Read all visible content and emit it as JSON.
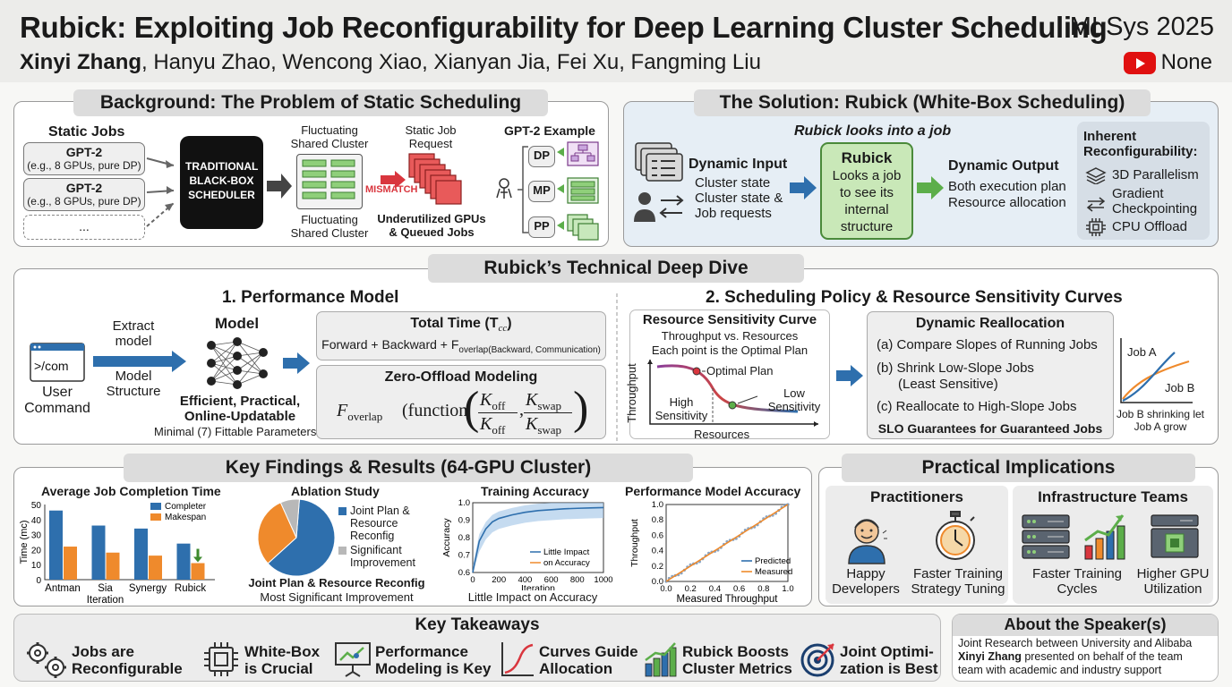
{
  "header": {
    "title": "Rubick: Exploiting Job Reconfigurability for Deep Learning Cluster Scheduling",
    "conference": "MLSys 2025",
    "lead_author": "Xinyi Zhang",
    "other_authors": ", Hanyu Zhao, Wencong Xiao, Xianyan Jia, Fei Xu, Fangming Liu",
    "video_label": "None"
  },
  "background": {
    "title": "Background: The Problem of Static Scheduling",
    "static_jobs_title": "Static Jobs",
    "job1_name": "GPT-2",
    "job1_desc": "(e.g., 8 GPUs, pure DP)",
    "job2_name": "GPT-2",
    "job2_desc": "(e.g., 8 GPUs, pure DP)",
    "job_more": "...",
    "scheduler_label": "TRADITIONAL BLACK-BOX SCHEDULER",
    "cluster_top": "Fluctuating Shared Cluster",
    "cluster_bottom": "Fluctuating Shared Cluster",
    "static_request": "Static Job Request",
    "mismatch": "MISMATCH",
    "underutilized": "Underutilized GPUs & Queued Jobs",
    "example_title": "GPT-2 Example",
    "dp": "DP",
    "mp": "MP",
    "pp": "PP"
  },
  "solution": {
    "title": "The Solution: Rubick (White-Box Scheduling)",
    "subtitle": "Rubick looks into a job",
    "input_title": "Dynamic Input",
    "input_line1": "Cluster state",
    "input_line2": "Cluster state &",
    "input_line3": "Job requests",
    "rubick_title": "Rubick",
    "rubick_desc": "Looks a job to see its internal structure",
    "output_title": "Dynamic Output",
    "output_line1": "Both execution plan",
    "output_line2": "Resource allocation",
    "inherent_title": "Inherent Reconfigurability:",
    "inherent_1": "3D Parallelism",
    "inherent_2": "Gradient Checkpointing",
    "inherent_3": "CPU Offload"
  },
  "deepdive": {
    "title": "Rubick’s Technical Deep Dive",
    "perf_title": "1. Performance Model",
    "user_command": "User Command",
    "terminal_text": ">/com",
    "extract_model": "Extract model",
    "model_structure": "Model Structure",
    "model_label": "Model",
    "model_desc": "Efficient, Practical, Online-Updatable",
    "fittable": "Minimal (7) Fittable Parameters",
    "total_time_title": "Total Time (T",
    "total_time_sub": "cc",
    "total_time_formula": "Forward + Backward + F",
    "total_time_formula_sub": "overlap",
    "total_time_formula_args": "(Backward, Communication)",
    "zero_title": "Zero-Offload Modeling",
    "zero_f": "F",
    "zero_f_sub": "overlap",
    "zero_func": "(function",
    "k_off": "K",
    "k_off_sub": "off",
    "k_swap": "K",
    "k_swap_sub": "swap",
    "sched_title": "2. Scheduling Policy & Resource Sensitivity Curves",
    "rsc_title": "Resource Sensitivity Curve",
    "rsc_sub1": "Throughput vs. Resources",
    "rsc_sub2": "Each point is the Optimal Plan",
    "rsc_optimal": "Optimal Plan",
    "rsc_high": "High Sensitivity",
    "rsc_low": "Low Sensitivity",
    "rsc_xlabel": "Resources",
    "rsc_ylabel": "Throughput",
    "realloc_title": "Dynamic Reallocation",
    "realloc_a": "(a) Compare Slopes of Running Jobs",
    "realloc_b": "(b) Shrink Low-Slope Jobs",
    "realloc_b2": "(Least Sensitive)",
    "realloc_c": "(c) Reallocate to High-Slope Jobs",
    "realloc_slo": "SLO Guarantees for Guaranteed Jobs",
    "joba": "Job A",
    "jobb": "Job B",
    "shrink_caption": "Job B shrinking let Job A grow"
  },
  "findings": {
    "title": "Key Findings & Results (64-GPU Cluster)",
    "jct_title": "Average Job Completion Time",
    "jct_ylabel": "Time (mc)",
    "jct_xlabel": "Iteration",
    "ablation_title": "Ablation Study",
    "ablation_caption1": "Joint Plan & Resource Reconfig",
    "ablation_caption2": "Most Significant Improvement",
    "acc_title": "Training Accuracy",
    "acc_ylabel": "Accuracy",
    "acc_xlabel": "Iteration",
    "acc_caption": "Little Impact on Accuracy",
    "acc_legend1": "Little Impact",
    "acc_legend2": "on Accuracy",
    "pma_title": "Performance Model Accuracy",
    "pma_ylabel": "Throughput",
    "pma_xlabel": "Measured Throughput"
  },
  "implications": {
    "title": "Practical Implications",
    "practitioners": "Practitioners",
    "happy_dev": "Happy Developers",
    "faster_tuning": "Faster Training Strategy Tuning",
    "infra": "Infrastructure Teams",
    "faster_cycles": "Faster Training Cycles",
    "higher_gpu": "Higher GPU Utilization"
  },
  "takeaways": {
    "title": "Key Takeaways",
    "items": [
      {
        "l1": "Jobs are",
        "l2": "Reconfigurable"
      },
      {
        "l1": "White-Box",
        "l2": "is Crucial"
      },
      {
        "l1": "Performance",
        "l2": "Modeling is Key"
      },
      {
        "l1": "Curves Guide",
        "l2": "Allocation"
      },
      {
        "l1": "Rubick Boosts",
        "l2": "Cluster Metrics"
      },
      {
        "l1": "Joint Optimi-",
        "l2": "zation is Best"
      }
    ]
  },
  "speaker": {
    "title": "About the Speaker(s)",
    "line1": "Joint Research between University and Alibaba",
    "name": "Xinyi Zhang",
    "line2": " presented on behalf of the team",
    "line3": "team with academic and industry support"
  },
  "chart_data": [
    {
      "type": "bar",
      "title": "Average Job Completion Time",
      "ylabel": "Time (mc)",
      "xlabel": "Iteration",
      "categories": [
        "Antman",
        "Sia",
        "Synergy",
        "Rubick"
      ],
      "ylim": [
        0,
        50
      ],
      "yticks": [
        0,
        10,
        20,
        30,
        40,
        50
      ],
      "series": [
        {
          "name": "Completer",
          "color": "#2e6fad",
          "values": [
            46,
            36,
            34,
            24
          ]
        },
        {
          "name": "Makespan",
          "color": "#ef8a2c",
          "values": [
            22,
            18,
            16,
            11
          ]
        }
      ]
    },
    {
      "type": "pie",
      "title": "Ablation Study",
      "slices": [
        {
          "label": "Joint Plan & Resource Reconfig",
          "value": 62,
          "color": "#2e6fad"
        },
        {
          "label": "",
          "value": 30,
          "color": "#ef8a2c"
        },
        {
          "label": "Significant Improvement",
          "value": 8,
          "color": "#b8b8b8"
        }
      ]
    },
    {
      "type": "line",
      "title": "Training Accuracy",
      "xlabel": "Iteration",
      "ylabel": "Accuracy",
      "xlim": [
        0,
        1000
      ],
      "ylim": [
        0.6,
        1.0
      ],
      "xticks": [
        0,
        200,
        400,
        600,
        800,
        1000
      ],
      "yticks": [
        0.6,
        0.7,
        0.8,
        0.9,
        1.0
      ],
      "series": [
        {
          "name": "Little Impact",
          "color": "#2e6fad",
          "x": [
            0,
            50,
            100,
            150,
            200,
            300,
            400,
            500,
            600,
            700,
            800,
            900,
            1000
          ],
          "y": [
            0.6,
            0.78,
            0.85,
            0.89,
            0.91,
            0.93,
            0.945,
            0.955,
            0.96,
            0.965,
            0.968,
            0.97,
            0.972
          ]
        },
        {
          "name": "on Accuracy",
          "color": "#ef8a2c",
          "x": [
            0,
            1000
          ],
          "y": [
            null,
            null
          ]
        }
      ]
    },
    {
      "type": "scatter",
      "title": "Performance Model Accuracy",
      "xlabel": "Measured Throughput",
      "ylabel": "Throughput",
      "xlim": [
        0,
        1.0
      ],
      "ylim": [
        0,
        1.0
      ],
      "xticks": [
        0.0,
        0.2,
        0.4,
        0.6,
        0.8,
        1.0
      ],
      "yticks": [
        0.0,
        0.2,
        0.4,
        0.6,
        0.8,
        1.0
      ],
      "series": [
        {
          "name": "Predicted",
          "color": "#2e6fad"
        },
        {
          "name": "Measured",
          "color": "#ef8a2c"
        }
      ]
    }
  ],
  "colors": {
    "blue": "#2e6fad",
    "orange": "#ef8a2c",
    "green": "#5cae4a",
    "red": "#d9363e",
    "solution_bg": "#e6eef5"
  }
}
